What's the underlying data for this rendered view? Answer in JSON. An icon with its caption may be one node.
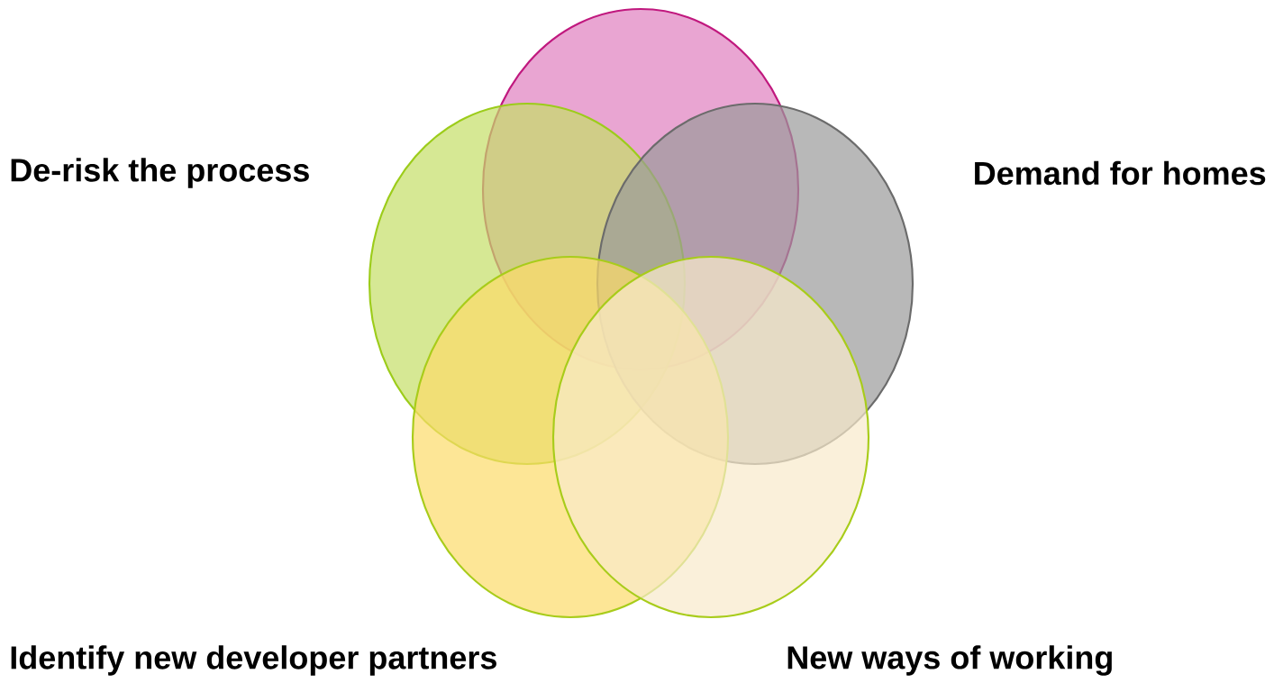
{
  "diagram": {
    "nodes": [
      {
        "text": [],
        "shape": "ellipse"
      },
      {
        "text": [],
        "shape": "ellipse"
      },
      {
        "text": [],
        "shape": "ellipse"
      },
      {
        "text": [],
        "shape": "ellipse"
      },
      {
        "text": [],
        "shape": "ellipse"
      }
    ],
    "labels": [
      "De-risk the process",
      "Demand for homes",
      "Identify new developer partners",
      "New ways of working"
    ]
  }
}
